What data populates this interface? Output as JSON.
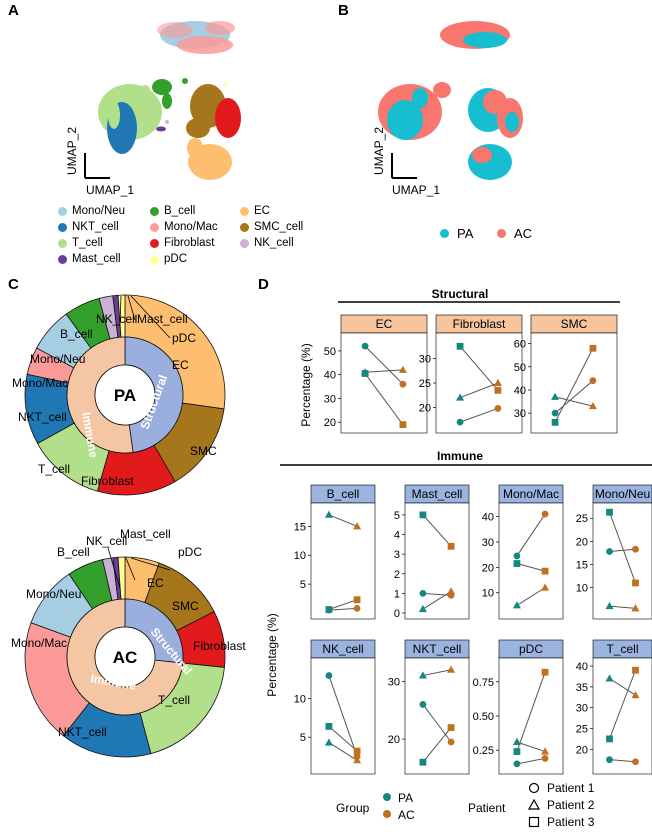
{
  "panels": {
    "a": "A",
    "b": "B",
    "c": "C",
    "d": "D"
  },
  "umap": {
    "xlabel": "UMAP_1",
    "ylabel": "UMAP_2"
  },
  "celltype_legend": [
    {
      "label": "Mono/Neu",
      "color": "#a6cee3"
    },
    {
      "label": "NKT_cell",
      "color": "#1f78b4"
    },
    {
      "label": "T_cell",
      "color": "#b2df8a"
    },
    {
      "label": "Mast_cell",
      "color": "#6a3d9a"
    },
    {
      "label": "B_cell",
      "color": "#33a02c"
    },
    {
      "label": "Mono/Mac",
      "color": "#fb9a99"
    },
    {
      "label": "Fibroblast",
      "color": "#e31a1c"
    },
    {
      "label": "pDC",
      "color": "#ffff99"
    },
    {
      "label": "EC",
      "color": "#fdbf6f"
    },
    {
      "label": "SMC_cell",
      "color": "#a6761d"
    },
    {
      "label": "NK_cell",
      "color": "#cab2d6"
    }
  ],
  "group_legend": [
    {
      "label": "PA",
      "color": "#17becf"
    },
    {
      "label": "AC",
      "color": "#f8766d"
    }
  ],
  "donut": {
    "pa_label": "PA",
    "ac_label": "AC",
    "inner_labels": {
      "immune": "Immune",
      "structural": "Structural"
    },
    "pa_labels": {
      "nk": "NK_cell",
      "mast": "Mast_cell",
      "b": "B_cell",
      "pdc": "pDC",
      "mononeu": "Mono/Neu",
      "monomac": "Mono/Mac",
      "ec": "EC",
      "nkt": "NKT_cell",
      "smc": "SMC",
      "t": "T_cell",
      "fib": "Fibroblast"
    },
    "ac_labels": {
      "nk": "NK_cell",
      "mast": "Mast_cell",
      "b": "B_cell",
      "pdc": "pDC",
      "mononeu": "Mono/Neu",
      "ec": "EC",
      "smc": "SMC",
      "monomac": "Mono/Mac",
      "fib": "Fibroblast",
      "nkt": "NKT_cell",
      "t": "T_cell"
    }
  },
  "panel_d": {
    "structural_title": "Structural",
    "immune_title": "Immune",
    "ylabel": "Percentage (%)",
    "group_title": "Group",
    "patient_title": "Patient",
    "group_items": [
      {
        "label": "PA",
        "color": "#16877f"
      },
      {
        "label": "AC",
        "color": "#c0701f"
      }
    ],
    "patient_items": [
      {
        "label": "Patient 1",
        "shape": "circle"
      },
      {
        "label": "Patient 2",
        "shape": "triangle"
      },
      {
        "label": "Patient 3",
        "shape": "square"
      }
    ]
  },
  "chart_data": {
    "type": "scatter",
    "x_categories": [
      "PA",
      "AC"
    ],
    "patients": [
      "Patient 1",
      "Patient 2",
      "Patient 3"
    ],
    "facets": [
      {
        "name": "EC",
        "group": "Structural",
        "ticks": [
          20,
          30,
          40,
          50
        ],
        "ylim": [
          18,
          55
        ],
        "values": {
          "Patient 1": [
            52,
            36
          ],
          "Patient 2": [
            41,
            42
          ],
          "Patient 3": [
            40.5,
            19
          ]
        }
      },
      {
        "name": "Fibroblast",
        "group": "Structural",
        "ticks": [
          20,
          25,
          30
        ],
        "ylim": [
          16,
          34
        ],
        "values": {
          "Patient 1": [
            17,
            19.8
          ],
          "Patient 2": [
            22,
            25
          ],
          "Patient 3": [
            32.5,
            23.5
          ]
        }
      },
      {
        "name": "SMC",
        "group": "Structural",
        "ticks": [
          30,
          40,
          50,
          60
        ],
        "ylim": [
          24,
          62
        ],
        "values": {
          "Patient 1": [
            30,
            44
          ],
          "Patient 2": [
            37,
            33
          ],
          "Patient 3": [
            26,
            58
          ]
        }
      },
      {
        "name": "B_cell",
        "group": "Immune",
        "ticks": [
          5,
          10,
          15
        ],
        "ylim": [
          0,
          18
        ],
        "values": {
          "Patient 1": [
            0.5,
            0.8
          ],
          "Patient 2": [
            17,
            15
          ],
          "Patient 3": [
            0.6,
            2.3
          ]
        }
      },
      {
        "name": "Mast_cell",
        "group": "Immune",
        "ticks": [
          0,
          1,
          2,
          3,
          4,
          5
        ],
        "ylim": [
          0,
          5.3
        ],
        "values": {
          "Patient 1": [
            1.0,
            0.9
          ],
          "Patient 2": [
            0.2,
            1.1
          ],
          "Patient 3": [
            5.0,
            3.4
          ]
        }
      },
      {
        "name": "Mono/Mac",
        "group": "Immune",
        "ticks": [
          10,
          20,
          30,
          40
        ],
        "ylim": [
          2,
          43
        ],
        "values": {
          "Patient 1": [
            24.5,
            41
          ],
          "Patient 2": [
            5,
            12
          ],
          "Patient 3": [
            21.5,
            18.5
          ]
        }
      },
      {
        "name": "Mono/Neu",
        "group": "Immune",
        "ticks": [
          10,
          15,
          20,
          25
        ],
        "ylim": [
          4.5,
          27
        ],
        "values": {
          "Patient 1": [
            17.8,
            18.3
          ],
          "Patient 2": [
            6,
            5.5
          ],
          "Patient 3": [
            26.3,
            11
          ]
        }
      },
      {
        "name": "NK_cell",
        "group": "Immune",
        "ticks": [
          5,
          10
        ],
        "ylim": [
          1,
          14.5
        ],
        "values": {
          "Patient 1": [
            13,
            2.5
          ],
          "Patient 2": [
            4.3,
            2
          ],
          "Patient 3": [
            6.4,
            3.2
          ]
        }
      },
      {
        "name": "NKT_cell",
        "group": "Immune",
        "ticks": [
          20,
          30
        ],
        "ylim": [
          15,
          33
        ],
        "values": {
          "Patient 1": [
            26,
            19.5
          ],
          "Patient 2": [
            31,
            32
          ],
          "Patient 3": [
            16,
            22
          ]
        }
      },
      {
        "name": "pDC",
        "group": "Immune",
        "ticks": [
          0.25,
          0.5,
          0.75
        ],
        "tick_labels": [
          "0.25",
          "0.50",
          "0.75"
        ],
        "ylim": [
          0.12,
          0.88
        ],
        "values": {
          "Patient 1": [
            0.15,
            0.19
          ],
          "Patient 2": [
            0.31,
            0.24
          ],
          "Patient 3": [
            0.24,
            0.82
          ]
        }
      },
      {
        "name": "T_cell",
        "group": "Immune",
        "ticks": [
          20,
          25,
          30,
          35,
          40
        ],
        "ylim": [
          15.5,
          40.5
        ],
        "values": {
          "Patient 1": [
            17.5,
            17
          ],
          "Patient 2": [
            37,
            33
          ],
          "Patient 3": [
            22.5,
            39
          ]
        }
      }
    ]
  }
}
